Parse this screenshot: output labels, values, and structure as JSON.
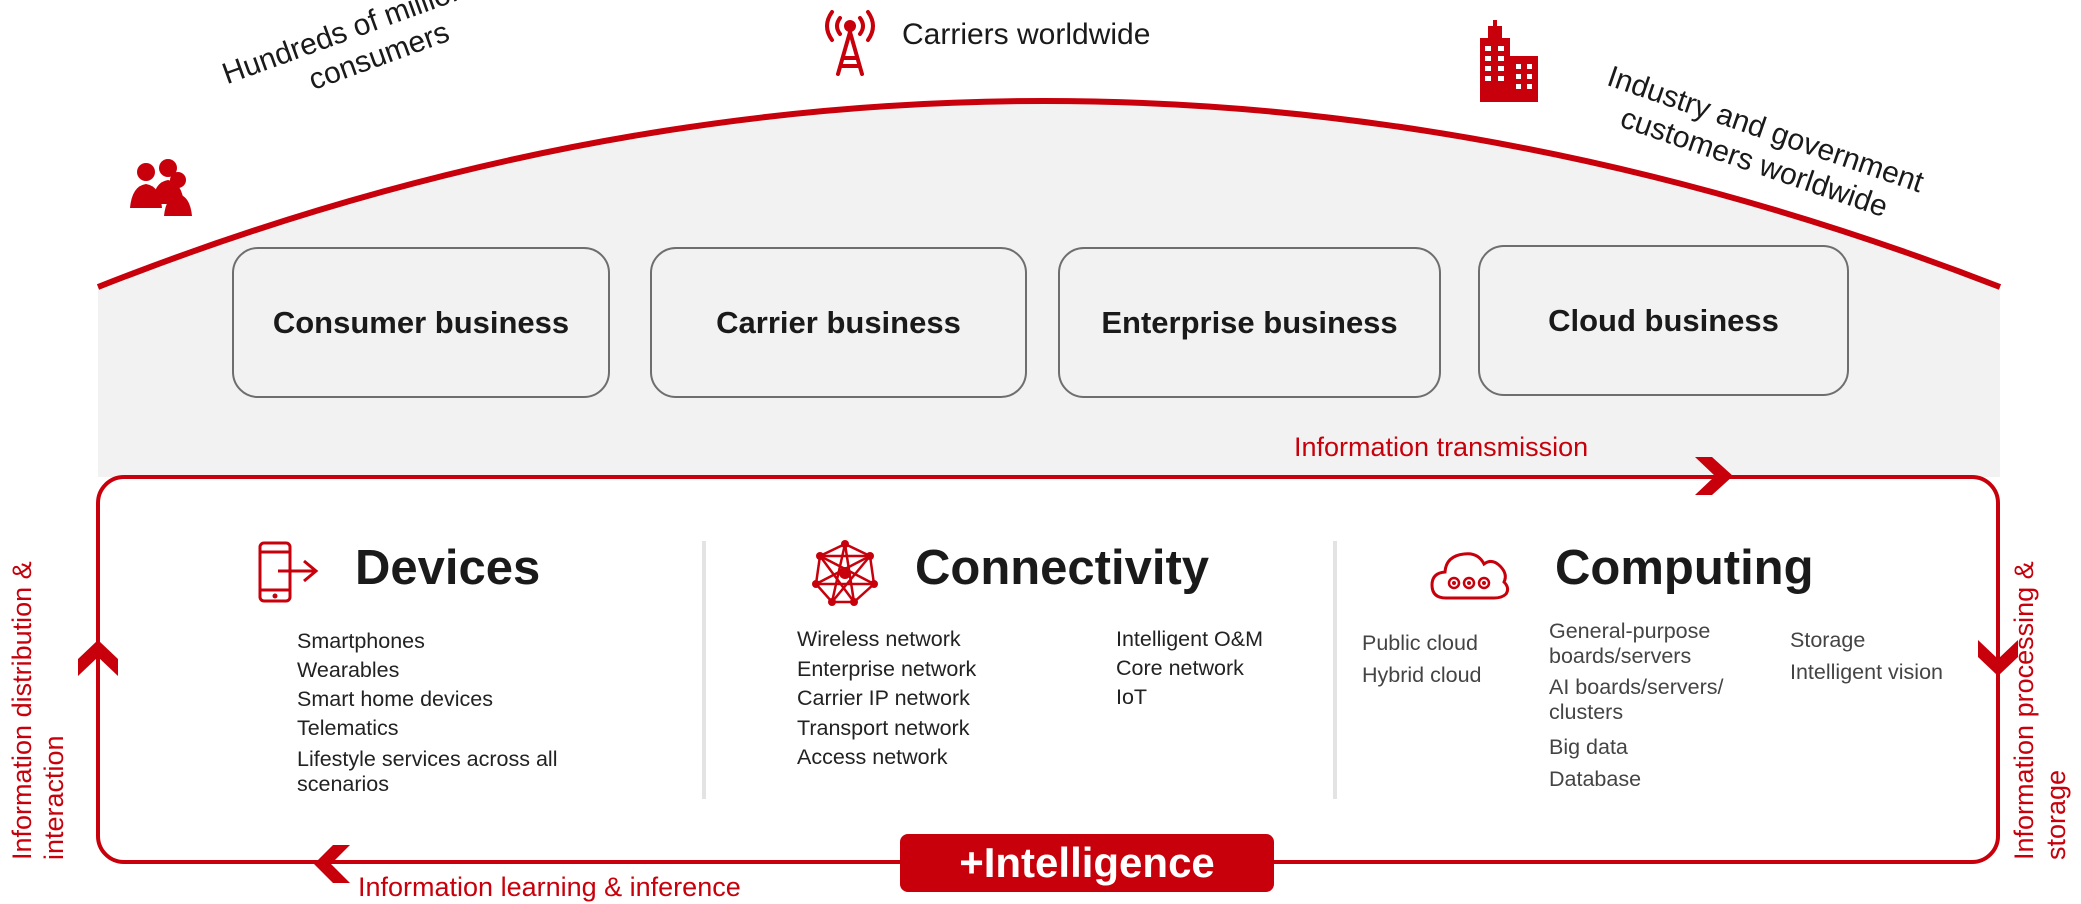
{
  "colors": {
    "accent": "#c7000b",
    "panel_bg": "#f2f2f2",
    "box_border": "#6e6e6e",
    "divider": "#e3e3e3"
  },
  "arc_labels": {
    "consumers": "Hundreds of millions of\nconsumers",
    "carriers": "Carriers worldwide",
    "industry": "Industry and government\ncustomers worldwide"
  },
  "arc_icons": {
    "consumers": "people-icon",
    "carriers": "antenna-tower-icon",
    "industry": "buildings-icon"
  },
  "businesses": [
    "Consumer business",
    "Carrier business",
    "Enterprise business",
    "Cloud business"
  ],
  "flow_labels": {
    "top": "Information transmission",
    "bottom": "Information learning & inference",
    "left": "Information distribution &\ninteraction",
    "right": "Information processing &\nstorage"
  },
  "sections": {
    "devices": {
      "title": "Devices",
      "icon": "phone-arrow-icon",
      "items": [
        "Smartphones",
        "Wearables",
        "Smart home devices",
        "Telematics",
        "Lifestyle services across all\nscenarios"
      ]
    },
    "connectivity": {
      "title": "Connectivity",
      "icon": "network-mesh-icon",
      "items_col1": [
        "Wireless network",
        "Enterprise network",
        "Carrier IP network",
        "Transport network",
        "Access network"
      ],
      "items_col2": [
        "Intelligent O&M",
        "Core network",
        "IoT"
      ]
    },
    "computing": {
      "title": "Computing",
      "icon": "cloud-icon",
      "items_col1": [
        "Public cloud",
        "Hybrid cloud"
      ],
      "items_col2": [
        "General-purpose\nboards/servers",
        "AI boards/servers/\nclusters",
        "Big data",
        "Database"
      ],
      "items_col3": [
        "Storage",
        "Intelligent vision"
      ]
    }
  },
  "intelligence_label": "+Intelligence"
}
